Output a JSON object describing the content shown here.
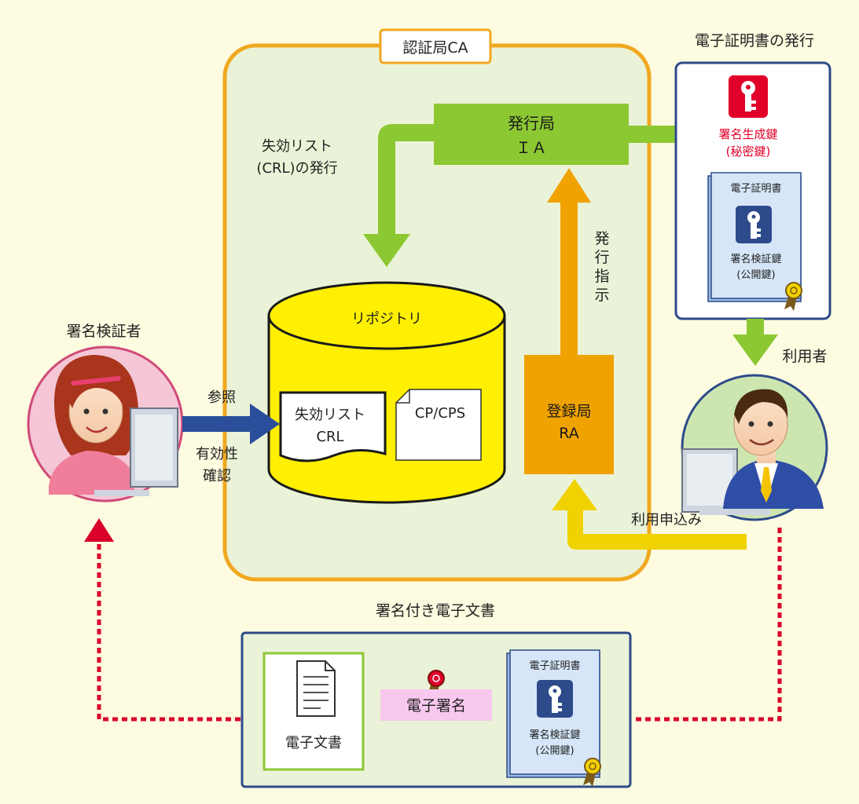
{
  "ca": {
    "title": "認証局CA"
  },
  "issuance": {
    "title": "電子証明書の発行",
    "private_key_line1": "署名生成鍵",
    "private_key_line2": "(秘密鍵)"
  },
  "ia": {
    "line1": "発行局",
    "line2": "ＩＡ"
  },
  "crl_issue": {
    "line1": "失効リスト",
    "line2": "(CRL)の発行"
  },
  "issue_instruction": {
    "chars": [
      "発",
      "行",
      "指",
      "示"
    ]
  },
  "repository": {
    "title": "リポジトリ",
    "crl_line1": "失効リスト",
    "crl_line2": "CRL",
    "cps": "CP/CPS"
  },
  "ra": {
    "line1": "登録局",
    "line2": "RA"
  },
  "verifier": {
    "label": "署名検証者",
    "refer": "参照",
    "check_line1": "有効性",
    "check_line2": "確認"
  },
  "user": {
    "label": "利用者",
    "apply": "利用申込み"
  },
  "certificate": {
    "title": "電子証明書",
    "key_line1": "署名検証鍵",
    "key_line2": "(公開鍵)"
  },
  "signed_doc": {
    "title": "署名付き電子文書",
    "document": "電子文書",
    "signature": "電子署名"
  },
  "colors": {
    "background": "#fdfbe0",
    "ca_fill": "#eaf3d7",
    "ca_border": "#f0a820",
    "green": "#8cc832",
    "orange": "#f0a200",
    "blue_arrow": "#2a4e9a",
    "red_dotted": "#d9002a",
    "cylinder": "#ffef00",
    "navy_border": "#2d4a8a",
    "key_red": "#e0002a"
  }
}
